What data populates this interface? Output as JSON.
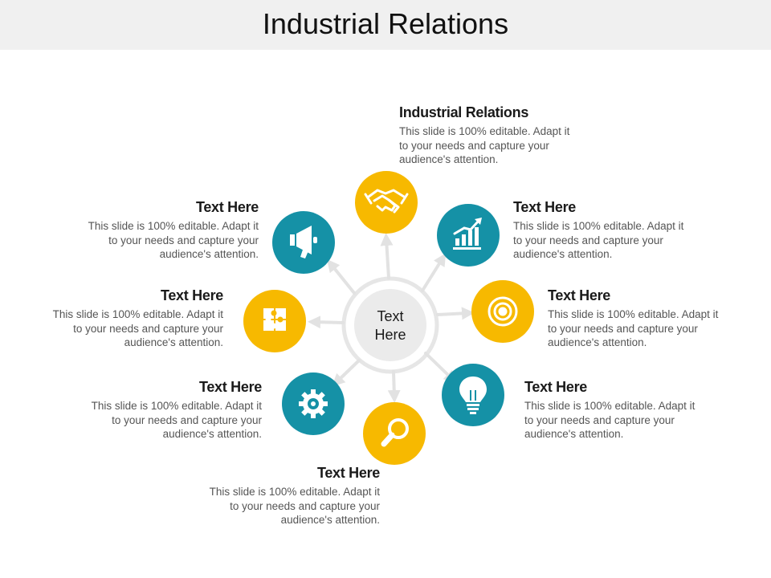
{
  "title": "Industrial Relations",
  "center": {
    "label": "Text Here"
  },
  "colors": {
    "yellow": "#f7b900",
    "teal": "#1591a6",
    "hub": "#ebebeb",
    "arrow": "#e2e2e2"
  },
  "items": [
    {
      "icon": "handshake-icon",
      "heading": "Industrial Relations",
      "body": "This slide is 100% editable. Adapt it to your needs and capture your audience's attention."
    },
    {
      "icon": "growth-chart-icon",
      "heading": "Text Here",
      "body": "This slide is 100% editable. Adapt it to your needs and capture your audience's attention."
    },
    {
      "icon": "target-icon",
      "heading": "Text Here",
      "body": "This slide is 100% editable. Adapt it to your needs and capture your audience's attention."
    },
    {
      "icon": "lightbulb-icon",
      "heading": "Text Here",
      "body": "This slide is 100% editable. Adapt it to your needs and capture your audience's attention."
    },
    {
      "icon": "magnifier-icon",
      "heading": "Text Here",
      "body": "This slide is 100% editable. Adapt it to your needs and capture your audience's attention."
    },
    {
      "icon": "gear-icon",
      "heading": "Text Here",
      "body": "This slide is 100% editable. Adapt it to your needs and capture your audience's attention."
    },
    {
      "icon": "puzzle-icon",
      "heading": "Text Here",
      "body": "This slide is 100% editable. Adapt it to your needs and capture your audience's attention."
    },
    {
      "icon": "megaphone-icon",
      "heading": "Text Here",
      "body": "This slide is 100% editable. Adapt it to your needs and capture your audience's attention."
    }
  ]
}
